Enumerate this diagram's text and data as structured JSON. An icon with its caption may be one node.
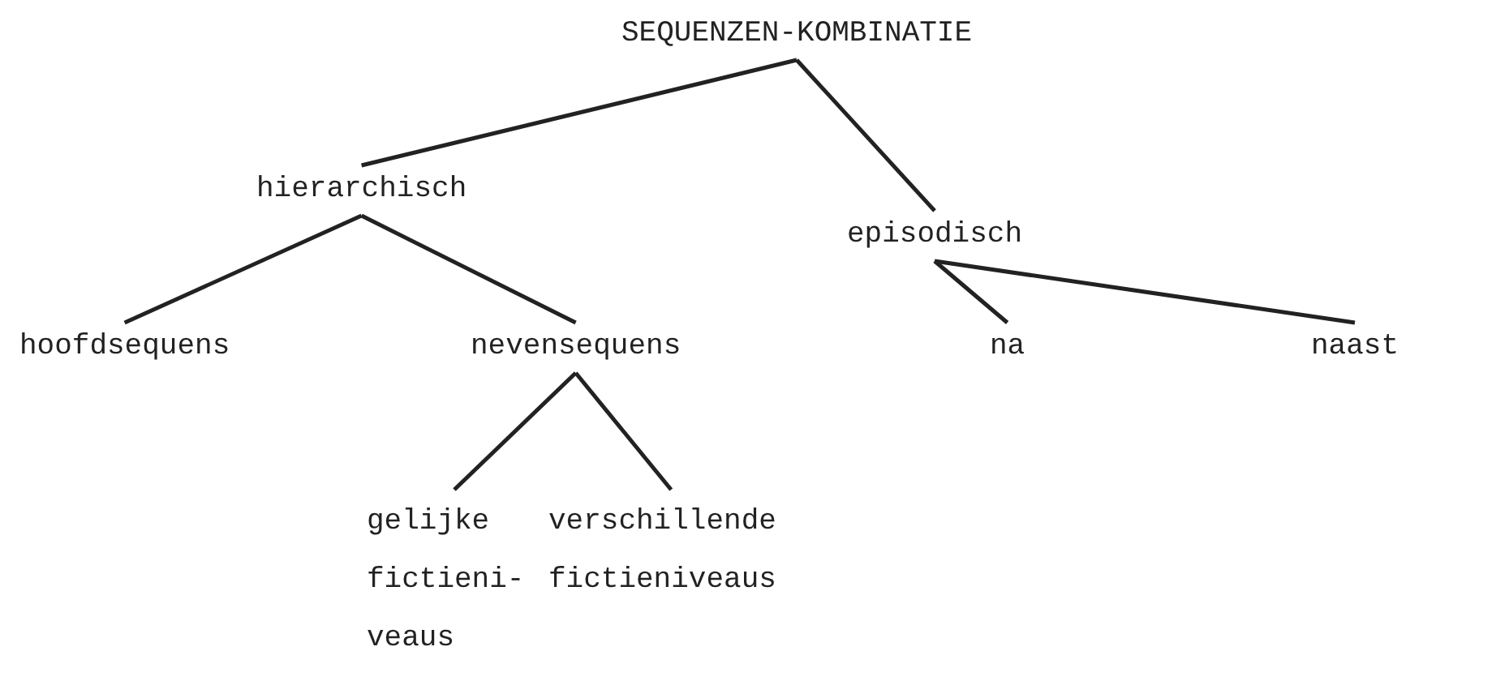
{
  "diagram": {
    "nodes": [
      {
        "text": [
          "SEQUENZEN-KOMBINATIE"
        ]
      },
      {
        "text": [
          "hierarchisch"
        ]
      },
      {
        "text": [
          "episodisch"
        ]
      },
      {
        "text": [
          "hoofdsequens"
        ]
      },
      {
        "text": [
          "nevensequens"
        ]
      },
      {
        "text": [
          "gelijke fictieni- veaus"
        ]
      },
      {
        "text": [
          "verschillende fictieniveaus"
        ]
      },
      {
        "text": [
          "na"
        ]
      },
      {
        "text": [
          "naast"
        ]
      }
    ],
    "edges": [
      {
        "from": 0,
        "to": 1,
        "arrow": "none"
      },
      {
        "from": 0,
        "to": 2,
        "arrow": "none"
      },
      {
        "from": 1,
        "to": 3,
        "arrow": "none"
      },
      {
        "from": 1,
        "to": 4,
        "arrow": "none"
      },
      {
        "from": 4,
        "to": 5,
        "arrow": "none"
      },
      {
        "from": 4,
        "to": 6,
        "arrow": "none"
      },
      {
        "from": 2,
        "to": 7,
        "arrow": "none"
      },
      {
        "from": 2,
        "to": 8,
        "arrow": "none"
      }
    ]
  }
}
